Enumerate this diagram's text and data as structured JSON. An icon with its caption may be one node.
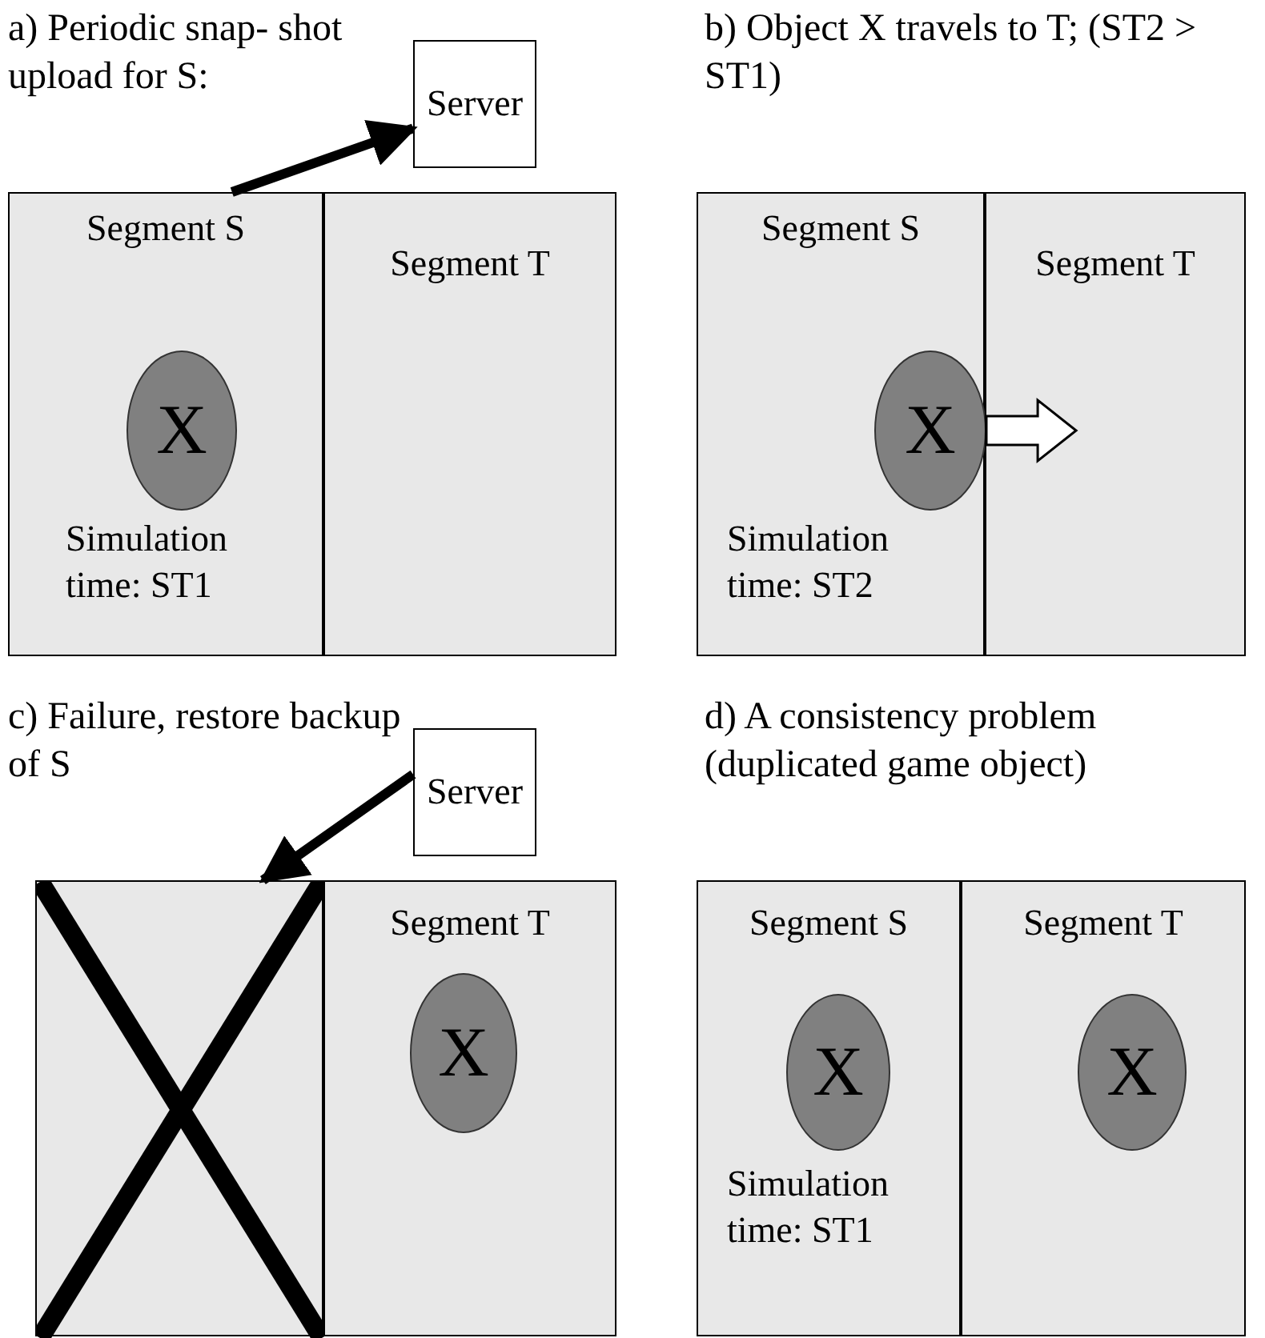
{
  "diagram": {
    "nodes": [
      {
        "text": [
          "Segment S",
          "Simulation time: ST1"
        ]
      },
      {
        "text": [
          "X"
        ],
        "in": 0
      },
      {
        "text": [
          "Segment T"
        ]
      },
      {
        "text": [
          "Server"
        ]
      },
      {
        "text": [
          "Segment S",
          "Simulation time: ST2"
        ]
      },
      {
        "text": [
          "X"
        ],
        "in": 4
      },
      {
        "text": [
          "Segment T"
        ]
      },
      {
        "text": [],
        "shape": "box"
      },
      {
        "text": [
          "Segment T"
        ]
      },
      {
        "text": [
          "X"
        ],
        "in": 8
      },
      {
        "text": [
          "Server"
        ]
      },
      {
        "text": [
          "Segment S",
          "Simulation time: ST1"
        ]
      },
      {
        "text": [
          "X"
        ],
        "in": 11
      },
      {
        "text": [
          "Segment T"
        ]
      },
      {
        "text": [
          "X"
        ],
        "in": 13
      }
    ],
    "edges": [
      {
        "from": 0,
        "to": 3,
        "arrow": "to"
      },
      {
        "from": 5,
        "to": 6,
        "arrow": "to"
      },
      {
        "from": 10,
        "to": 7,
        "arrow": "to"
      }
    ],
    "labels": [
      "a) Periodic snap- shot upload for S:",
      "b) Object X travels to T; (ST2 > ST1)",
      "c) Failure, restore backup of S",
      "d) A consistency problem (duplicated game object)"
    ]
  }
}
